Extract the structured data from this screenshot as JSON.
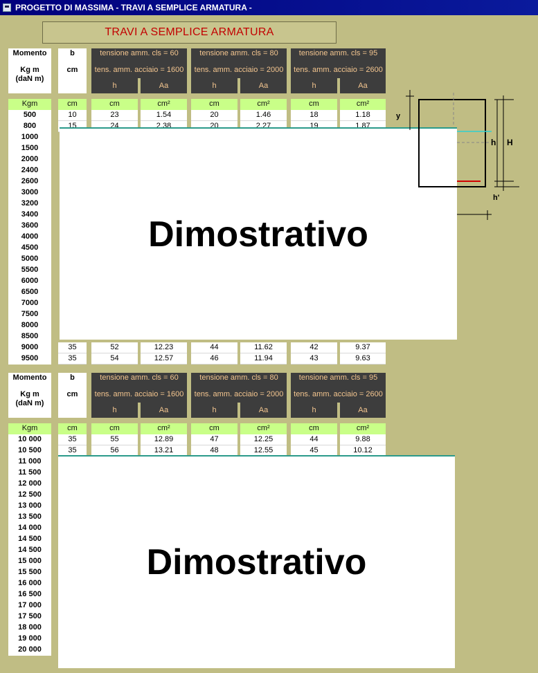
{
  "window": {
    "title": "PROGETTO DI MASSIMA - TRAVI A SEMPLICE ARMATURA -"
  },
  "banner": "TRAVI A SEMPLICE ARMATURA",
  "header": {
    "momento": [
      "Momento",
      "Kg m",
      "(daN m)"
    ],
    "b": [
      "b",
      "cm"
    ],
    "groups": [
      {
        "line1": "tensione amm. cls = 60",
        "line2": "tens. amm. acciaio = 1600",
        "h": "h",
        "aa": "Aa"
      },
      {
        "line1": "tensione amm. cls = 80",
        "line2": "tens. amm. acciaio = 2000",
        "h": "h",
        "aa": "Aa"
      },
      {
        "line1": "tensione amm. cls = 95",
        "line2": "tens. amm. acciaio = 2600",
        "h": "h",
        "aa": "Aa"
      }
    ]
  },
  "units": [
    "Kgm (daNm)",
    "cm",
    "cm",
    "cm²",
    "cm",
    "cm²",
    "cm",
    "cm²"
  ],
  "table1": {
    "momenti": [
      "500",
      "800",
      "1000",
      "1500",
      "2000",
      "2400",
      "2600",
      "3000",
      "3200",
      "3400",
      "3600",
      "4000",
      "4500",
      "5000",
      "5500",
      "6000",
      "6500",
      "7000",
      "7500",
      "8000",
      "8500",
      "9000",
      "9500"
    ],
    "rows": [
      [
        "10",
        "23",
        "1.54",
        "20",
        "1.46",
        "18",
        "1.18"
      ],
      [
        "15",
        "24",
        "2.38",
        "20",
        "2.27",
        "19",
        "1.87"
      ],
      [
        "35",
        "52",
        "12.23",
        "44",
        "11.62",
        "42",
        "9.37"
      ],
      [
        "35",
        "54",
        "12.57",
        "46",
        "11.94",
        "43",
        "9.63"
      ]
    ]
  },
  "table2": {
    "momenti": [
      "10 000",
      "10 500",
      "11 000",
      "11 500",
      "12 000",
      "12 500",
      "13 000",
      "13 500",
      "14 000",
      "14 500",
      "14 500",
      "15 000",
      "15 500",
      "16 000",
      "16 500",
      "17 000",
      "17 500",
      "18 000",
      "19 000",
      "20 000"
    ],
    "rows": [
      [
        "35",
        "55",
        "12.89",
        "47",
        "12.25",
        "44",
        "9.88"
      ],
      [
        "35",
        "56",
        "13.21",
        "48",
        "12.55",
        "45",
        "10.12"
      ]
    ]
  },
  "overlay_text": "Dimostrativo",
  "diagram": {
    "y": "y",
    "h": "h",
    "H": "H",
    "hp": "h'"
  }
}
